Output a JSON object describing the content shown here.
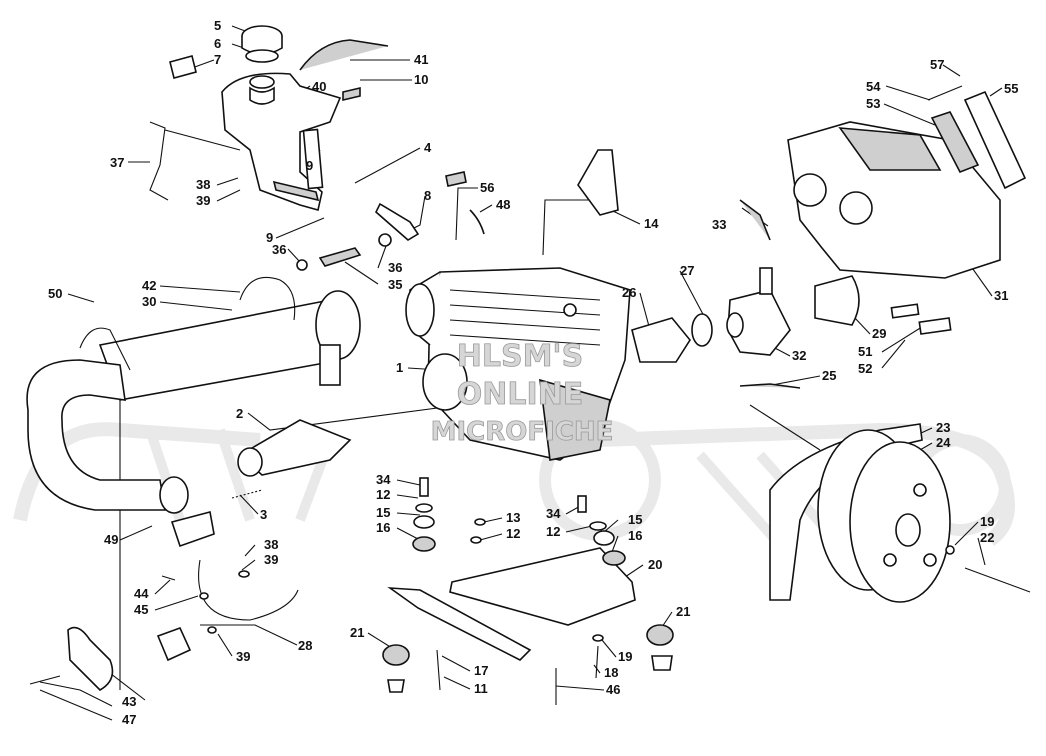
{
  "diagram": {
    "watermark": {
      "line1": "HLSM'S",
      "line2": "ONLINE",
      "line3": "MICROFICHE"
    },
    "callouts": [
      {
        "id": "c5",
        "label": "5"
      },
      {
        "id": "c6",
        "label": "6"
      },
      {
        "id": "c7",
        "label": "7"
      },
      {
        "id": "c41",
        "label": "41"
      },
      {
        "id": "c40",
        "label": "40"
      },
      {
        "id": "c10",
        "label": "10"
      },
      {
        "id": "c37",
        "label": "37"
      },
      {
        "id": "c9a",
        "label": "9"
      },
      {
        "id": "c4",
        "label": "4"
      },
      {
        "id": "c38a",
        "label": "38"
      },
      {
        "id": "c39a",
        "label": "39"
      },
      {
        "id": "c8",
        "label": "8"
      },
      {
        "id": "c9b",
        "label": "9"
      },
      {
        "id": "c36a",
        "label": "36"
      },
      {
        "id": "c36b",
        "label": "36"
      },
      {
        "id": "c35",
        "label": "35"
      },
      {
        "id": "c56",
        "label": "56"
      },
      {
        "id": "c48",
        "label": "48"
      },
      {
        "id": "c14",
        "label": "14"
      },
      {
        "id": "c57",
        "label": "57"
      },
      {
        "id": "c54",
        "label": "54"
      },
      {
        "id": "c55",
        "label": "55"
      },
      {
        "id": "c53",
        "label": "53"
      },
      {
        "id": "c33",
        "label": "33"
      },
      {
        "id": "c27",
        "label": "27"
      },
      {
        "id": "c26",
        "label": "26"
      },
      {
        "id": "c31",
        "label": "31"
      },
      {
        "id": "c29",
        "label": "29"
      },
      {
        "id": "c51",
        "label": "51"
      },
      {
        "id": "c32",
        "label": "32"
      },
      {
        "id": "c52",
        "label": "52"
      },
      {
        "id": "c25",
        "label": "25"
      },
      {
        "id": "c50",
        "label": "50"
      },
      {
        "id": "c42",
        "label": "42"
      },
      {
        "id": "c30",
        "label": "30"
      },
      {
        "id": "c1",
        "label": "1"
      },
      {
        "id": "c2",
        "label": "2"
      },
      {
        "id": "c3",
        "label": "3"
      },
      {
        "id": "c34a",
        "label": "34"
      },
      {
        "id": "c12a",
        "label": "12"
      },
      {
        "id": "c15a",
        "label": "15"
      },
      {
        "id": "c16a",
        "label": "16"
      },
      {
        "id": "c13",
        "label": "13"
      },
      {
        "id": "c12b",
        "label": "12"
      },
      {
        "id": "c34b",
        "label": "34"
      },
      {
        "id": "c12c",
        "label": "12"
      },
      {
        "id": "c15b",
        "label": "15"
      },
      {
        "id": "c16b",
        "label": "16"
      },
      {
        "id": "c23",
        "label": "23"
      },
      {
        "id": "c24",
        "label": "24"
      },
      {
        "id": "c19a",
        "label": "19"
      },
      {
        "id": "c22",
        "label": "22"
      },
      {
        "id": "c49",
        "label": "49"
      },
      {
        "id": "c38b",
        "label": "38"
      },
      {
        "id": "c39b",
        "label": "39"
      },
      {
        "id": "c20",
        "label": "20"
      },
      {
        "id": "c44",
        "label": "44"
      },
      {
        "id": "c45",
        "label": "45"
      },
      {
        "id": "c28",
        "label": "28"
      },
      {
        "id": "c21a",
        "label": "21"
      },
      {
        "id": "c21b",
        "label": "21"
      },
      {
        "id": "c39c",
        "label": "39"
      },
      {
        "id": "c17",
        "label": "17"
      },
      {
        "id": "c19b",
        "label": "19"
      },
      {
        "id": "c18",
        "label": "18"
      },
      {
        "id": "c11",
        "label": "11"
      },
      {
        "id": "c46",
        "label": "46"
      },
      {
        "id": "c43",
        "label": "43"
      },
      {
        "id": "c47",
        "label": "47"
      }
    ]
  }
}
